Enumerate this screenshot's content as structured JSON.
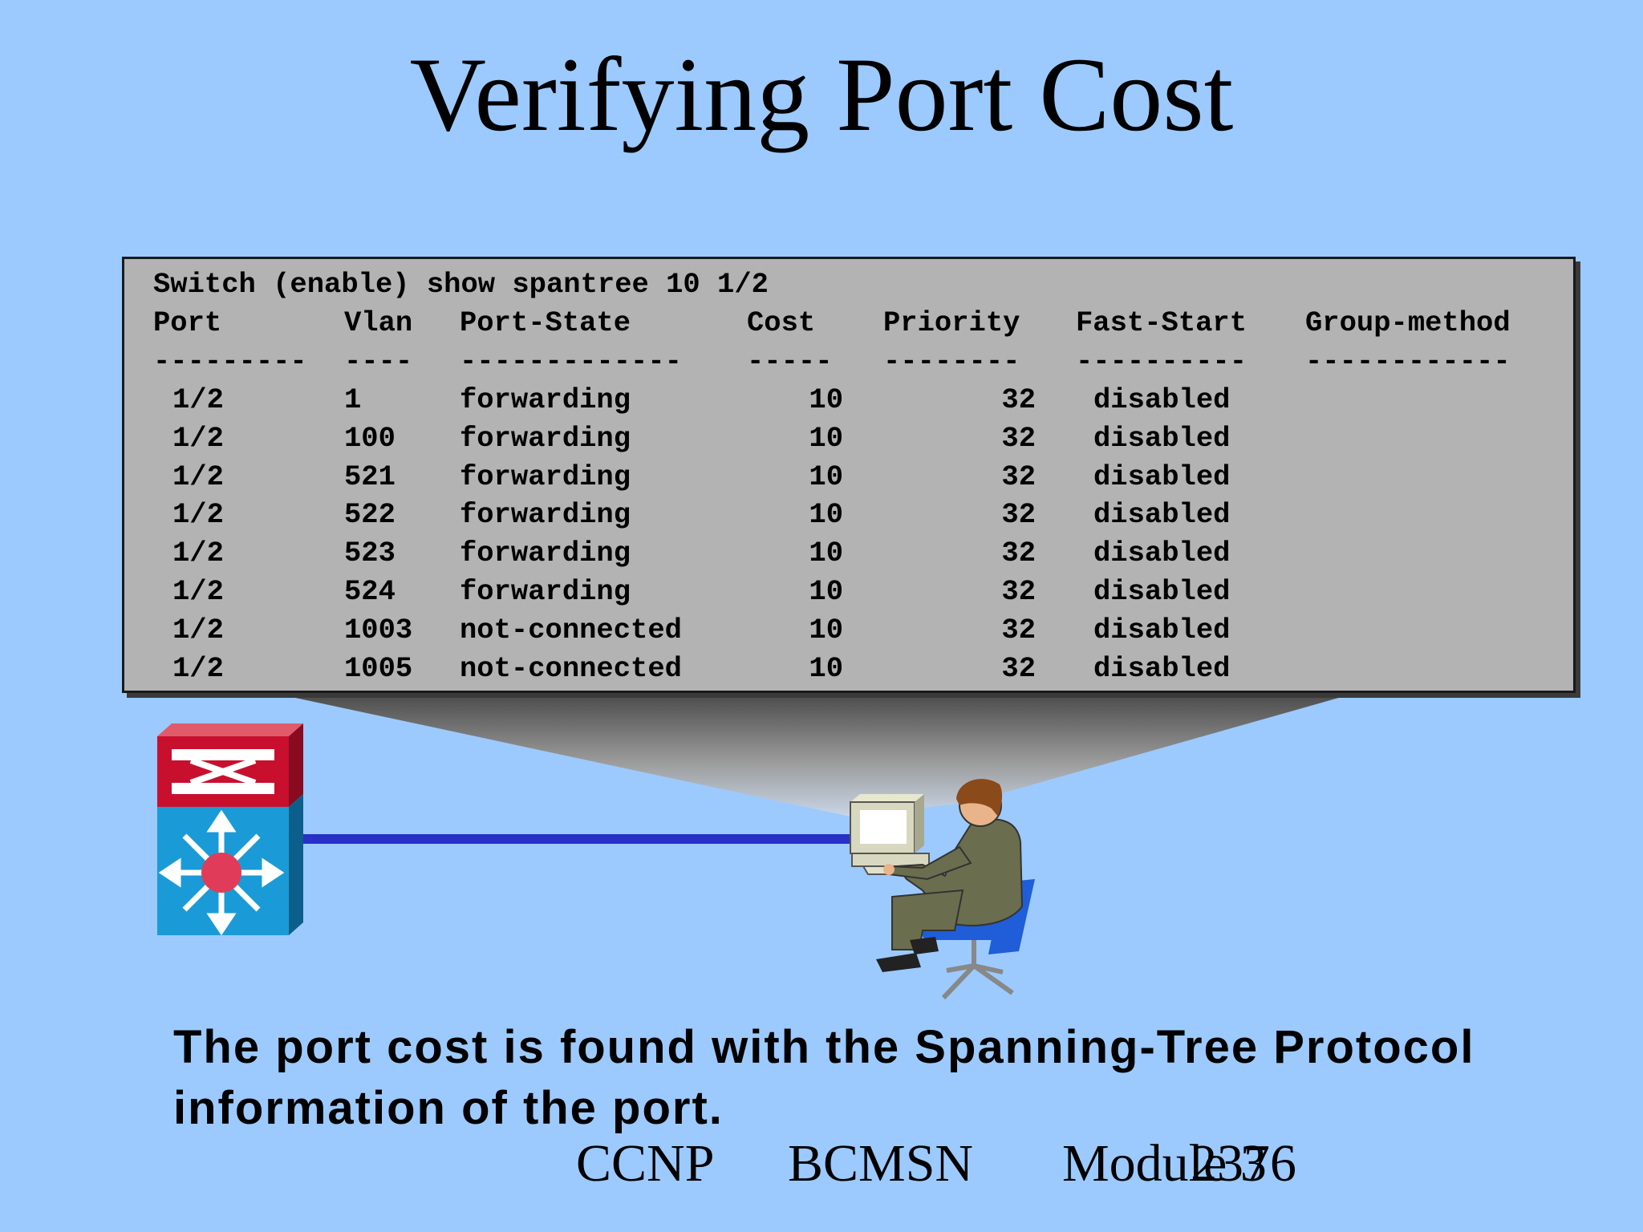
{
  "slide": {
    "title": "Verifying Port Cost",
    "caption_line1": "The port cost is found with the Spanning-Tree Protocol",
    "caption_line2": "information of the port.",
    "footer_ccnp": "CCNP",
    "footer_bcmsn": "BCMSN",
    "footer_module": "Module 3",
    "footer_page": "2376"
  },
  "terminal": {
    "command": "Switch (enable) show spantree 10 1/2",
    "headers": [
      "Port",
      "Vlan",
      "Port-State",
      "Cost",
      "Priority",
      "Fast-Start",
      "Group-method"
    ],
    "separators": [
      "---------",
      "----",
      "-------------",
      "-----",
      "--------",
      "----------",
      "------------"
    ],
    "rows": [
      {
        "port": "1/2",
        "vlan": "1",
        "state": "forwarding",
        "cost": "10",
        "priority": "32",
        "fast_start": "disabled"
      },
      {
        "port": "1/2",
        "vlan": "100",
        "state": "forwarding",
        "cost": "10",
        "priority": "32",
        "fast_start": "disabled"
      },
      {
        "port": "1/2",
        "vlan": "521",
        "state": "forwarding",
        "cost": "10",
        "priority": "32",
        "fast_start": "disabled"
      },
      {
        "port": "1/2",
        "vlan": "522",
        "state": "forwarding",
        "cost": "10",
        "priority": "32",
        "fast_start": "disabled"
      },
      {
        "port": "1/2",
        "vlan": "523",
        "state": "forwarding",
        "cost": "10",
        "priority": "32",
        "fast_start": "disabled"
      },
      {
        "port": "1/2",
        "vlan": "524",
        "state": "forwarding",
        "cost": "10",
        "priority": "32",
        "fast_start": "disabled"
      },
      {
        "port": "1/2",
        "vlan": "1003",
        "state": "not-connected",
        "cost": "10",
        "priority": "32",
        "fast_start": "disabled"
      },
      {
        "port": "1/2",
        "vlan": "1005",
        "state": "not-connected",
        "cost": "10",
        "priority": "32",
        "fast_start": "disabled"
      }
    ]
  },
  "icons": {
    "switch": "multilayer-switch-icon",
    "user": "user-at-workstation-icon"
  },
  "colors": {
    "background": "#9ccaff",
    "terminal_bg": "#b3b3b3",
    "link": "#2a2fc8",
    "switch_top": "#c8102e",
    "switch_body": "#1a9bd7"
  }
}
